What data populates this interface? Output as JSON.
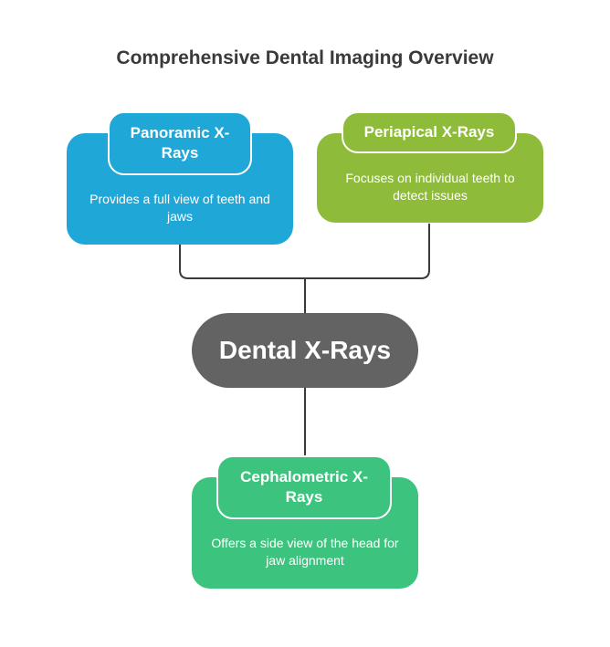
{
  "title": "Comprehensive Dental Imaging Overview",
  "center": {
    "label": "Dental X-Rays",
    "color": "#636363"
  },
  "nodes": [
    {
      "title": "Panoramic X-Rays",
      "description": "Provides a full view of teeth and jaws",
      "color": "#1fa7d8"
    },
    {
      "title": "Periapical X-Rays",
      "description": "Focuses on individual teeth to detect issues",
      "color": "#8fbb3a"
    },
    {
      "title": "Cephalometric X-Rays",
      "description": "Offers a side view of the head for jaw alignment",
      "color": "#3cc47f"
    }
  ],
  "connector_color": "#3a3a3a"
}
